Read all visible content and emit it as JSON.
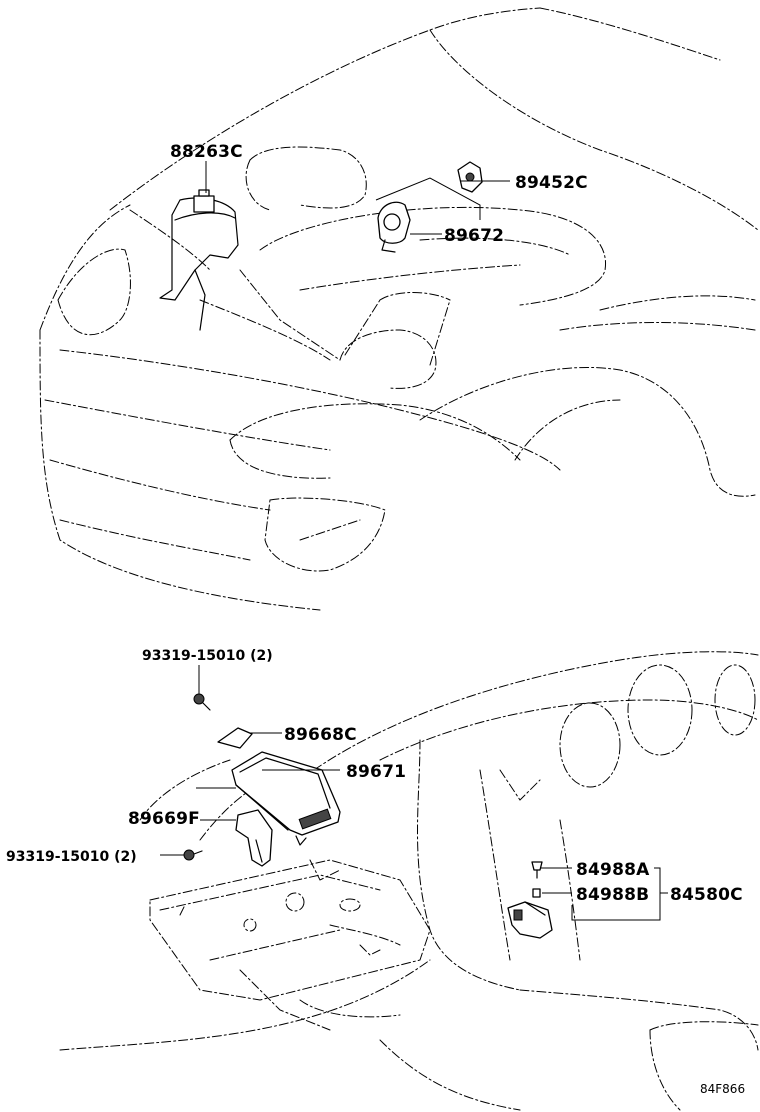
{
  "labels": {
    "p88263c": "88263C",
    "p89452c": "89452C",
    "p89672": "89672",
    "p93319_top": "93319-15010 (2)",
    "p89668c": "89668C",
    "p89671": "89671",
    "p89669f": "89669F",
    "p93319_bottom": "93319-15010 (2)",
    "p84988a": "84988A",
    "p84988b": "84988B",
    "p84580c": "84580C"
  },
  "figure_code": "84F866"
}
